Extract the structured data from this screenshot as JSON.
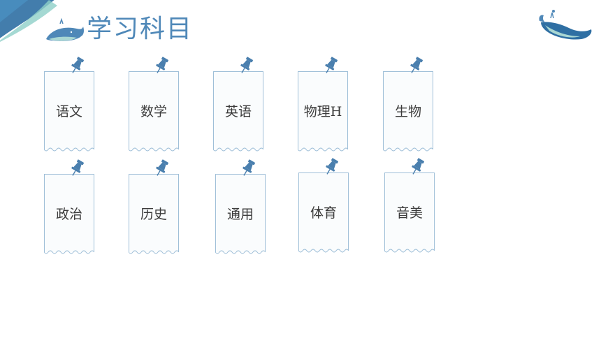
{
  "header": {
    "title": "学习科目"
  },
  "subjects": [
    {
      "label": "语文"
    },
    {
      "label": "数学"
    },
    {
      "label": "英语"
    },
    {
      "label": "物理H"
    },
    {
      "label": "生物"
    },
    {
      "label": "政治"
    },
    {
      "label": "历史"
    },
    {
      "label": "通用"
    },
    {
      "label": "体育"
    },
    {
      "label": "音美"
    }
  ],
  "colors": {
    "accent": "#4f88b8",
    "pin": "#4a7fae",
    "card_border": "#9fbfd8",
    "text": "#3b3b3b"
  },
  "icons": {
    "card_pin": "pushpin-icon",
    "whale": "whale-icon"
  }
}
